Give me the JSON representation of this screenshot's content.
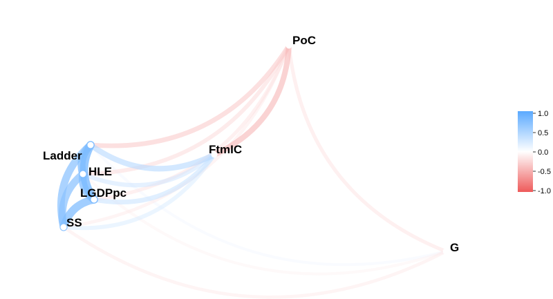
{
  "nodes": [
    {
      "id": "PoC",
      "label": "PoC"
    },
    {
      "id": "FtmIC",
      "label": "FtmIC"
    },
    {
      "id": "G",
      "label": "G"
    },
    {
      "id": "Ladder",
      "label": "Ladder"
    },
    {
      "id": "HLE",
      "label": "HLE"
    },
    {
      "id": "LGDPpc",
      "label": "LGDPpc"
    },
    {
      "id": "SS",
      "label": "SS"
    }
  ],
  "edges": [
    {
      "from": "Ladder",
      "to": "PoC",
      "r": -0.35
    },
    {
      "from": "HLE",
      "to": "PoC",
      "r": -0.25
    },
    {
      "from": "LGDPpc",
      "to": "PoC",
      "r": -0.2
    },
    {
      "from": "SS",
      "to": "PoC",
      "r": -0.15
    },
    {
      "from": "FtmIC",
      "to": "PoC",
      "r": -0.45
    },
    {
      "from": "PoC",
      "to": "G",
      "r": -0.2
    },
    {
      "from": "Ladder",
      "to": "FtmIC",
      "r": 0.45
    },
    {
      "from": "HLE",
      "to": "FtmIC",
      "r": 0.3
    },
    {
      "from": "LGDPpc",
      "to": "FtmIC",
      "r": 0.35
    },
    {
      "from": "SS",
      "to": "FtmIC",
      "r": 0.25
    },
    {
      "from": "Ladder",
      "to": "G",
      "r": 0.1
    },
    {
      "from": "HLE",
      "to": "G",
      "r": -0.1
    },
    {
      "from": "SS",
      "to": "G",
      "r": -0.15
    },
    {
      "from": "Ladder",
      "to": "HLE",
      "r": 0.75
    },
    {
      "from": "Ladder",
      "to": "LGDPpc",
      "r": 0.8
    },
    {
      "from": "Ladder",
      "to": "SS",
      "r": 0.7
    },
    {
      "from": "HLE",
      "to": "LGDPpc",
      "r": 0.75
    },
    {
      "from": "HLE",
      "to": "SS",
      "r": 0.7
    },
    {
      "from": "LGDPpc",
      "to": "SS",
      "r": 0.75
    }
  ],
  "legend": {
    "ticks": [
      "1.0",
      "0.5",
      "0.0",
      "-0.5",
      "-1.0"
    ],
    "colors": {
      "positive": "#5aa9ff",
      "neutral": "#ffffff",
      "negative": "#ee5a5a"
    }
  }
}
